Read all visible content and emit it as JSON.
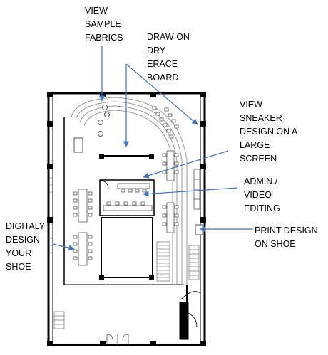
{
  "annotations": [
    {
      "id": "view-sample-fabrics",
      "lines": [
        "VIEW",
        "SAMPLE",
        "FABRICS"
      ]
    },
    {
      "id": "draw-on-dry-erace-board",
      "lines": [
        "DRAW ON",
        "DRY",
        "ERACE",
        "BOARD"
      ]
    },
    {
      "id": "view-sneaker-design",
      "lines": [
        "VIEW",
        "SNEAKER",
        "DESIGN ON A",
        "LARGE",
        "SCREEN"
      ]
    },
    {
      "id": "admin-video-editing",
      "lines": [
        "ADMIN./",
        "VIDEO",
        "EDITING"
      ]
    },
    {
      "id": "print-design-on-shoe",
      "lines": [
        "PRINT DESIGN",
        "ON SHOE"
      ]
    },
    {
      "id": "digitaly-design-your-shoe",
      "lines": [
        "DIGITALY",
        "DESIGN",
        "YOUR",
        "SHOE"
      ]
    }
  ],
  "colors": {
    "arrow": "#4472C4",
    "wall": "#000000",
    "track": "#9a9a9a",
    "fixture": "#555555"
  }
}
